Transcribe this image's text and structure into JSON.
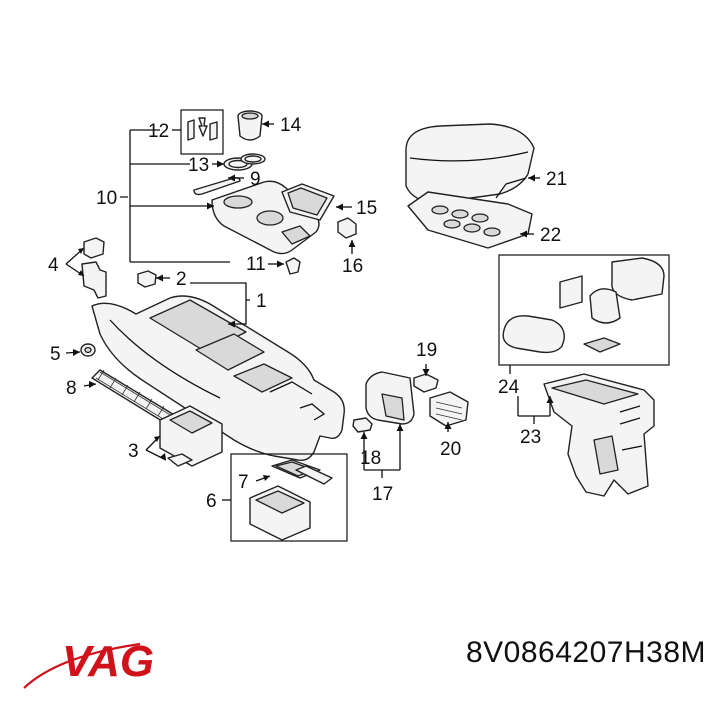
{
  "brand": {
    "logo_text": "VAG",
    "logo_color": "#d0121b"
  },
  "part_number": "8V0864207H38M",
  "callouts": {
    "c1": "1",
    "c2": "2",
    "c3": "3",
    "c4": "4",
    "c5": "5",
    "c6": "6",
    "c7": "7",
    "c8": "8",
    "c9": "9",
    "c10": "10",
    "c11": "11",
    "c12": "12",
    "c13": "13",
    "c14": "14",
    "c15": "15",
    "c16": "16",
    "c17": "17",
    "c18": "18",
    "c19": "19",
    "c20": "20",
    "c21": "21",
    "c22": "22",
    "c23": "23",
    "c24": "24"
  }
}
